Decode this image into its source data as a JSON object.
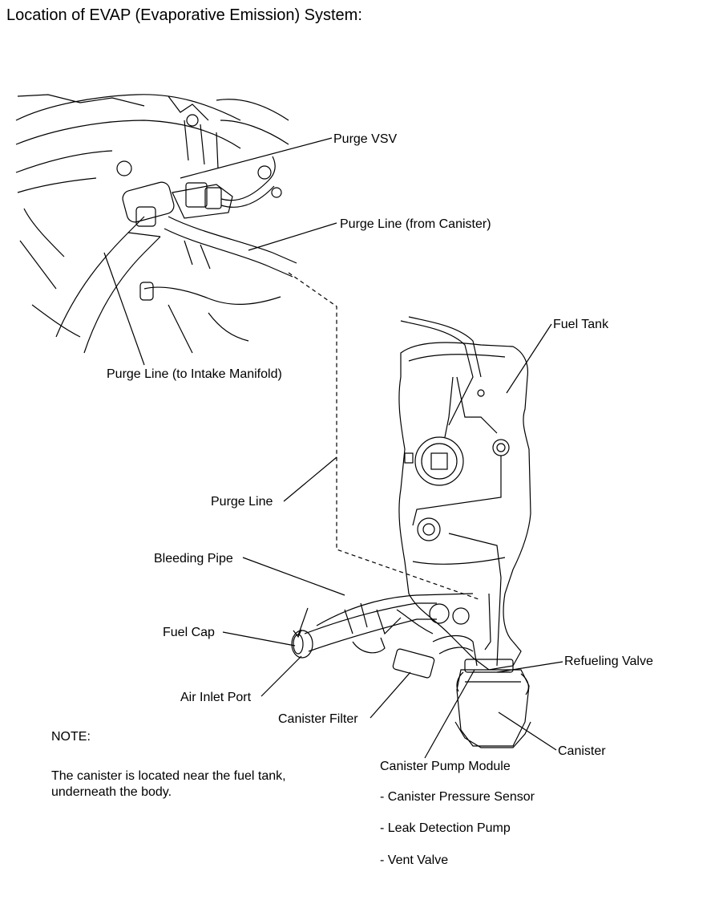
{
  "title": "Location of EVAP (Evaporative Emission) System:",
  "labels": {
    "purge_vsv": "Purge VSV",
    "purge_line_from_canister": "Purge Line (from Canister)",
    "purge_line_to_intake": "Purge Line (to Intake Manifold)",
    "fuel_tank": "Fuel Tank",
    "purge_line": "Purge Line",
    "bleeding_pipe": "Bleeding Pipe",
    "fuel_cap": "Fuel Cap",
    "refueling_valve": "Refueling Valve",
    "air_inlet_port": "Air Inlet Port",
    "canister_filter": "Canister Filter",
    "canister": "Canister",
    "canister_pump_module": "Canister Pump Module"
  },
  "pump_module_parts": [
    "- Canister Pressure Sensor",
    "- Leak Detection Pump",
    "- Vent Valve"
  ],
  "note": {
    "heading": "NOTE:",
    "text": "The canister is located near the fuel tank, underneath the body."
  }
}
